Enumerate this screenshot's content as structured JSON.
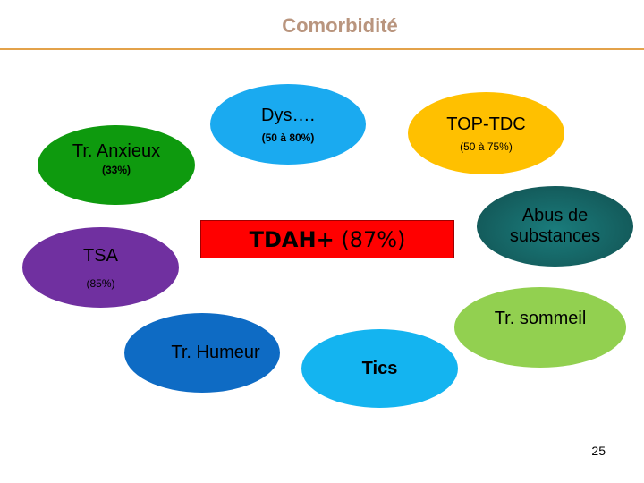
{
  "title": "Comorbidité",
  "center": {
    "label": "TDAH+",
    "percent": "(87%)",
    "color": "#ff0000"
  },
  "nodes": {
    "dys": {
      "label": "Dys….",
      "sub": "(50 à 80%)"
    },
    "top_tdc": {
      "label": "TOP-TDC",
      "sub": "(50 à 75%)"
    },
    "anxieux": {
      "label": "Tr. Anxieux",
      "sub": "(33%)"
    },
    "abus": {
      "label": "Abus de substances"
    },
    "tsa": {
      "label": "TSA",
      "sub": "(85%)"
    },
    "sommeil": {
      "label": "Tr. sommeil"
    },
    "humeur": {
      "label": "Tr. Humeur"
    },
    "tics": {
      "label": "Tics"
    }
  },
  "colors": {
    "dys": "#1aaaf0",
    "top_tdc": "#ffc000",
    "anxieux": "#0e9a0e",
    "abus": "#1a6060",
    "tsa": "#7030a0",
    "sommeil": "#92d050",
    "humeur": "#0e6bc4",
    "tics": "#14b4f0",
    "title": "#b9957e",
    "rule": "#e3a24a"
  },
  "page_number": "25"
}
